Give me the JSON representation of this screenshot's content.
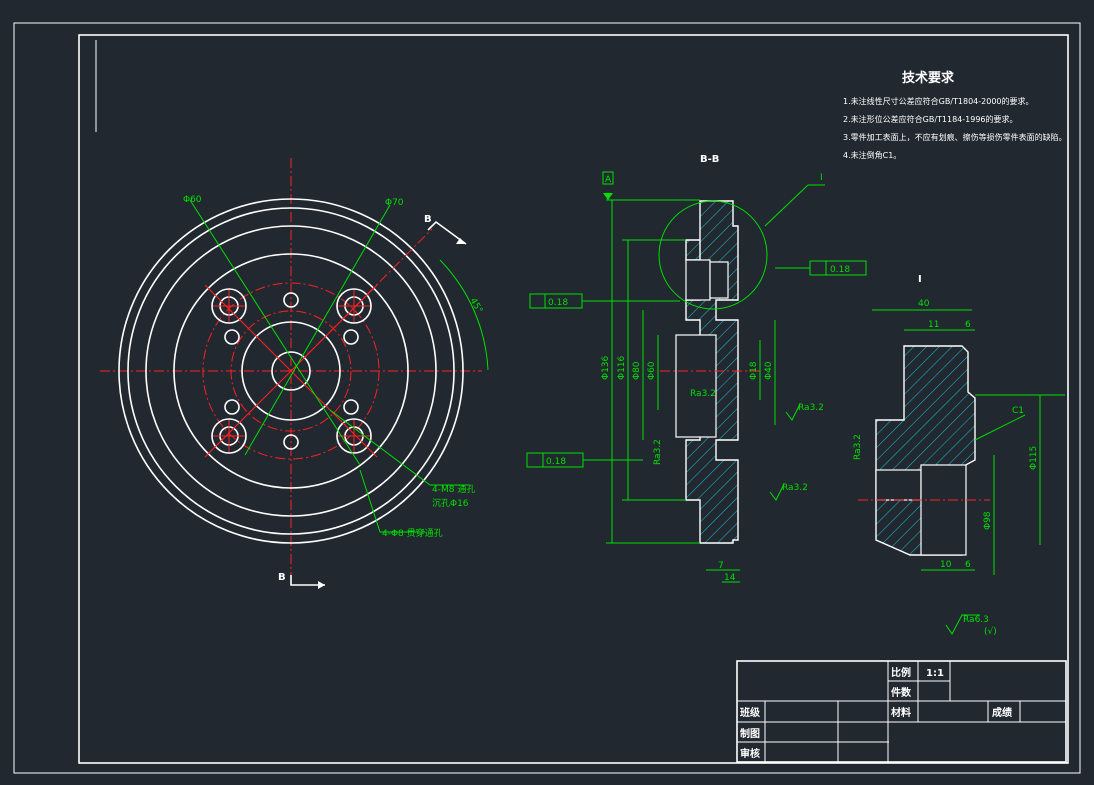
{
  "drawing": {
    "tech_req": {
      "title": "技术要求",
      "items": [
        "1.未注线性尺寸公差应符合GB/T1804-2000的要求。",
        "2.未注形位公差应符合GB/T1184-1996的要求。",
        "3.零件加工表面上，不应有划痕、擦伤等损伤零件表面的缺陷。",
        "4.未注倒角C1。"
      ]
    },
    "view_labels": {
      "section": "B-B",
      "detail_callout": "I",
      "detail_title": "I",
      "cut_b_top": "B",
      "cut_b_bottom": "B"
    },
    "front_view": {
      "dim_hole_outer": "Φ60",
      "dim_hole_inner": "Φ70",
      "dim_angle": "45°",
      "note_thread_1": "4-M8 通孔",
      "note_thread_1b": "沉孔Φ16",
      "note_thread_2": "4-Φ8 贯穿通孔"
    },
    "section_view": {
      "datum": "A",
      "gtol_1": "0.18",
      "gtol_2": "0.18",
      "gtol_3": "0.18",
      "dims_left": [
        "Φ136",
        "Φ116",
        "Φ80",
        "Φ60"
      ],
      "dims_right": [
        "Φ18",
        "Φ40"
      ],
      "ra_marks": [
        "Ra3.2",
        "Ra3.2",
        "Ra3.2",
        "Ra3.2"
      ],
      "dims_bottom": [
        "7",
        "14"
      ]
    },
    "detail_view": {
      "dim_top": "40",
      "dim_mid": "11",
      "dim_small": "6",
      "dim_c": "C1",
      "dim_dia": "Φ115",
      "dim_dia2": "Φ98",
      "dim_bottom": "10",
      "dim_bottom2": "6",
      "ra": "Ra3.2"
    },
    "roughness_note": {
      "value": "Ra6.3",
      "paren": "(√)"
    }
  },
  "title_block": {
    "scale_label": "比例",
    "scale_value": "1:1",
    "qty_label": "件数",
    "material_label": "材料",
    "grade_label": "成绩",
    "class_label": "班级",
    "drawn_label": "制图",
    "checked_label": "审核"
  }
}
